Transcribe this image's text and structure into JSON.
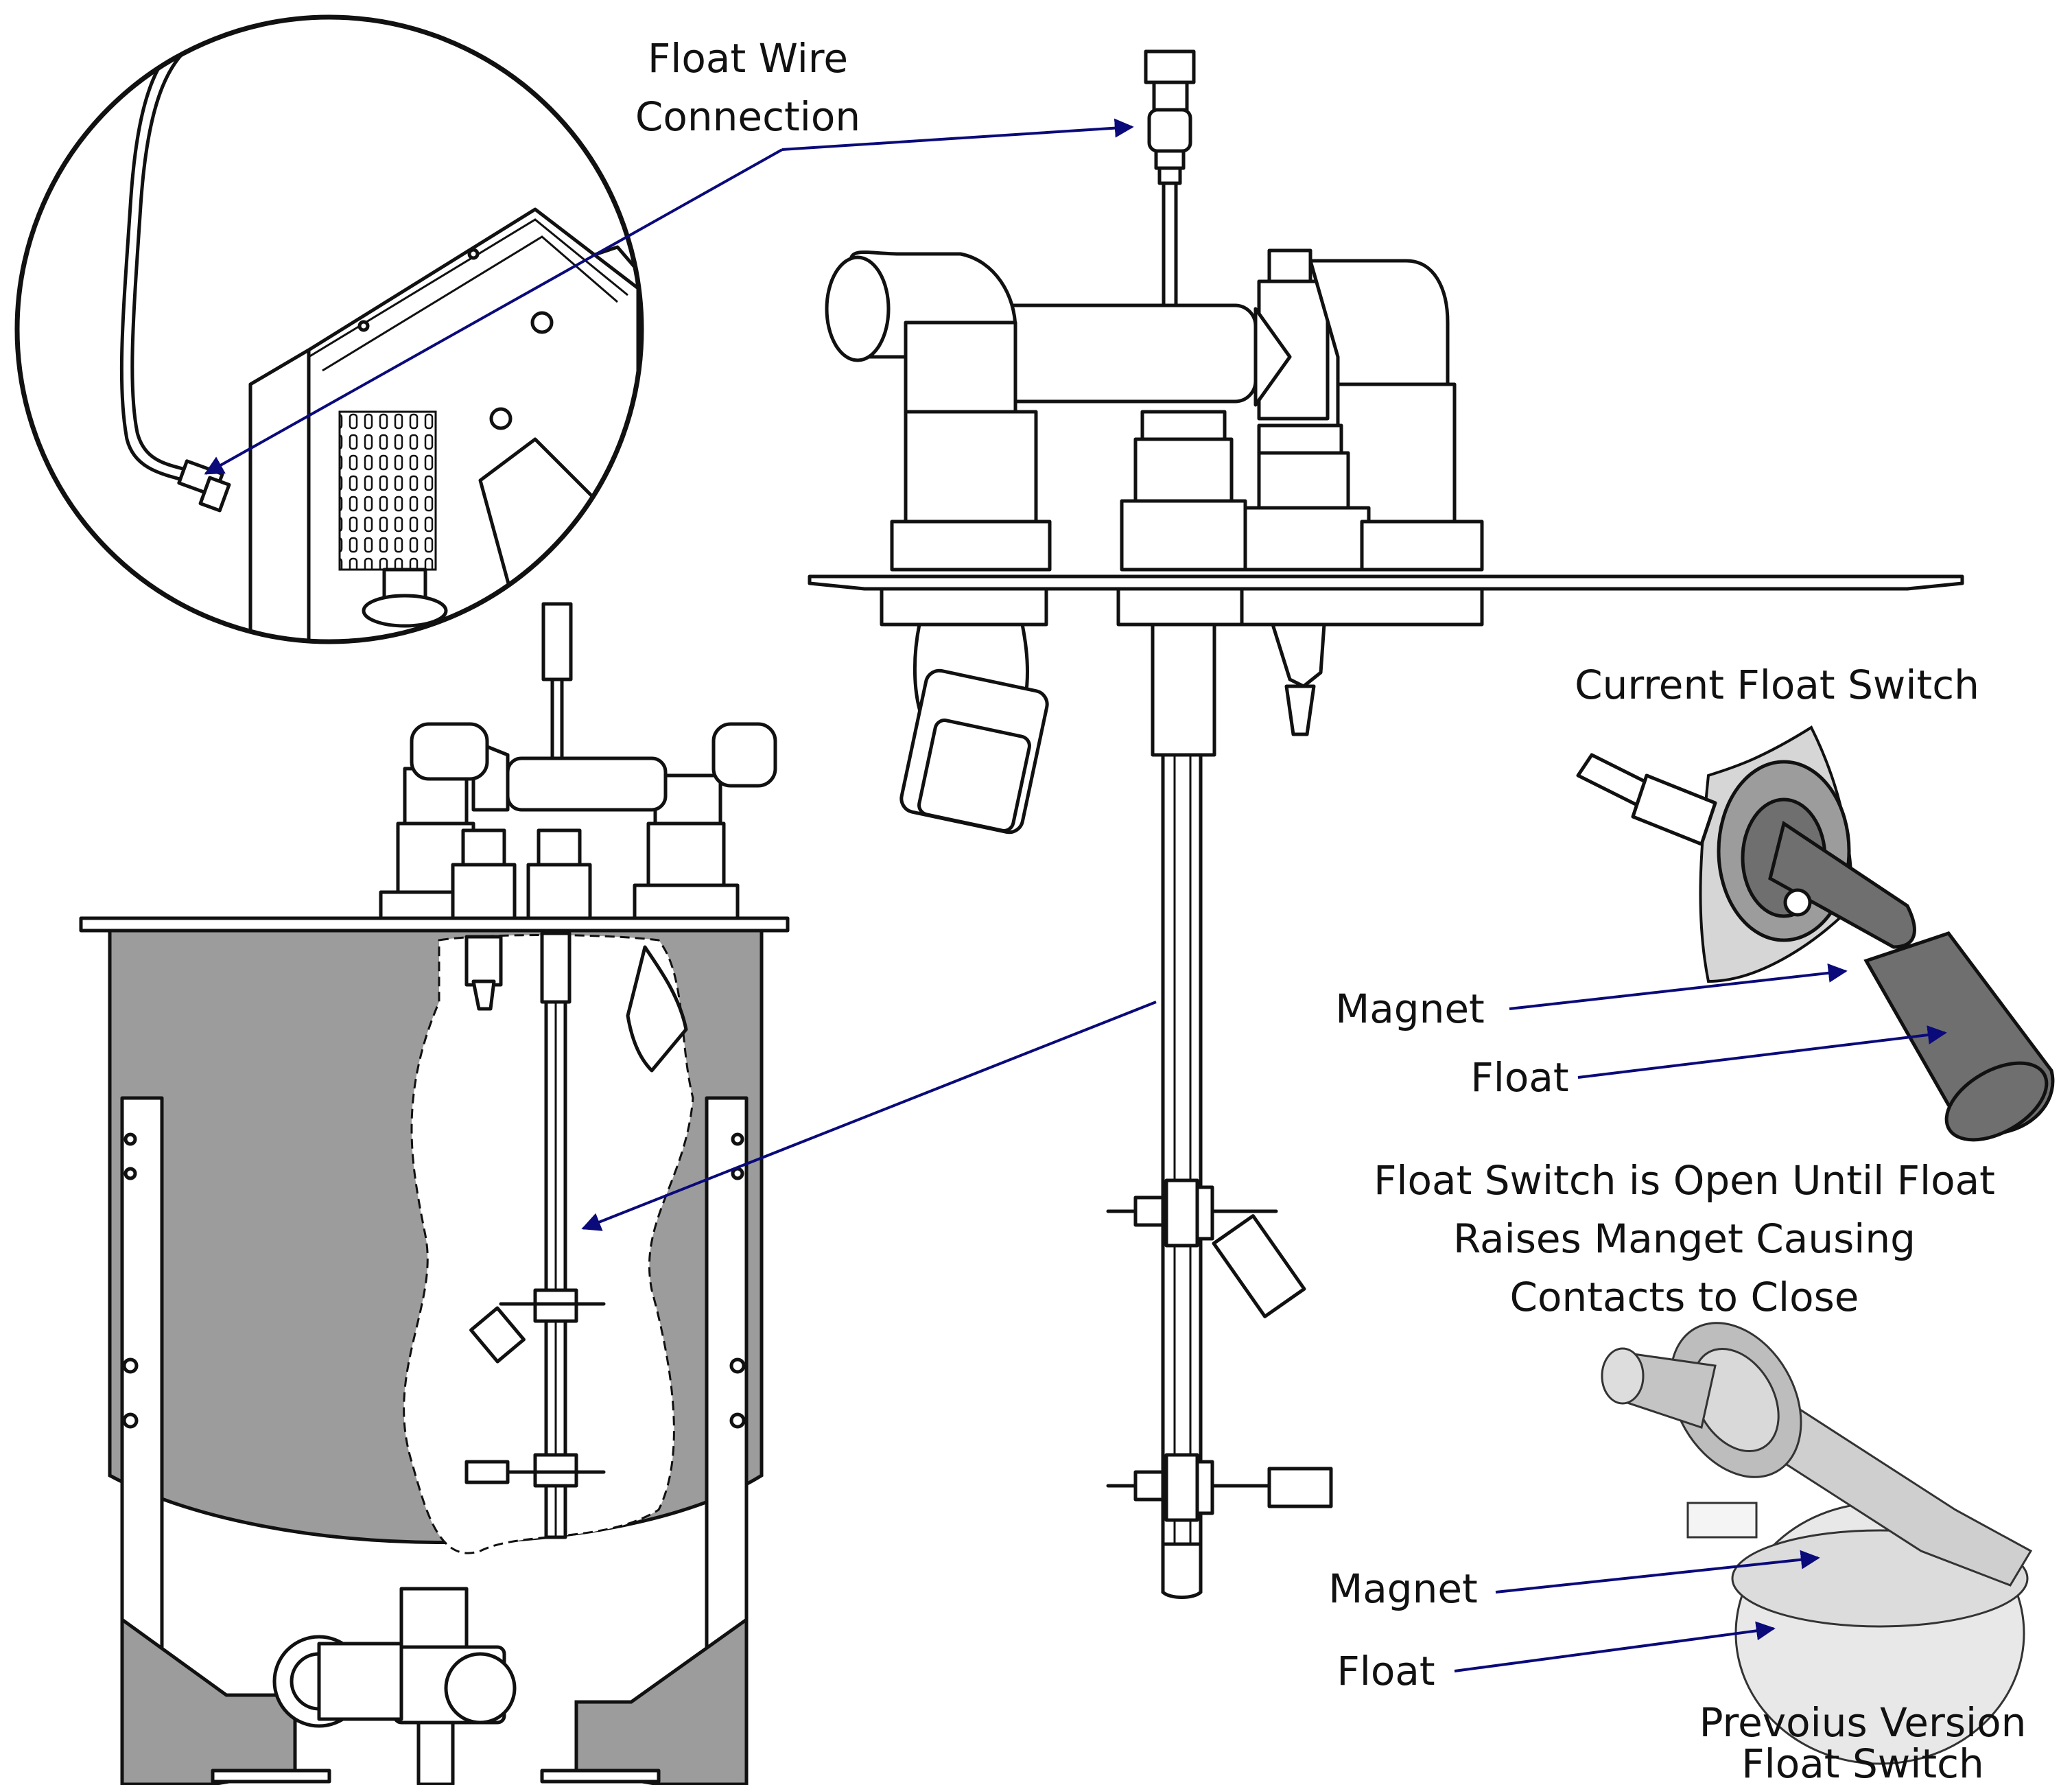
{
  "labels": {
    "float_wire_line1": "Float Wire",
    "float_wire_line2": "Connection",
    "current_float_switch": "Current Float Switch",
    "magnet_current": "Magnet",
    "float_current": "Float",
    "explanation_line1": "Float Switch is Open Until Float",
    "explanation_line2": "Raises Manget Causing",
    "explanation_line3": "Contacts to Close",
    "magnet_previous": "Magnet",
    "float_previous": "Float",
    "previous_line1": "Prevoius Version",
    "previous_line2": "Float Switch"
  },
  "colors": {
    "leader_arrows": "#0a0a7a",
    "line_art": "#111111",
    "tank_fill": "#9c9c9c",
    "current_float_fill": "#6f6f6f",
    "previous_float_fill": "#d6d6d6"
  }
}
